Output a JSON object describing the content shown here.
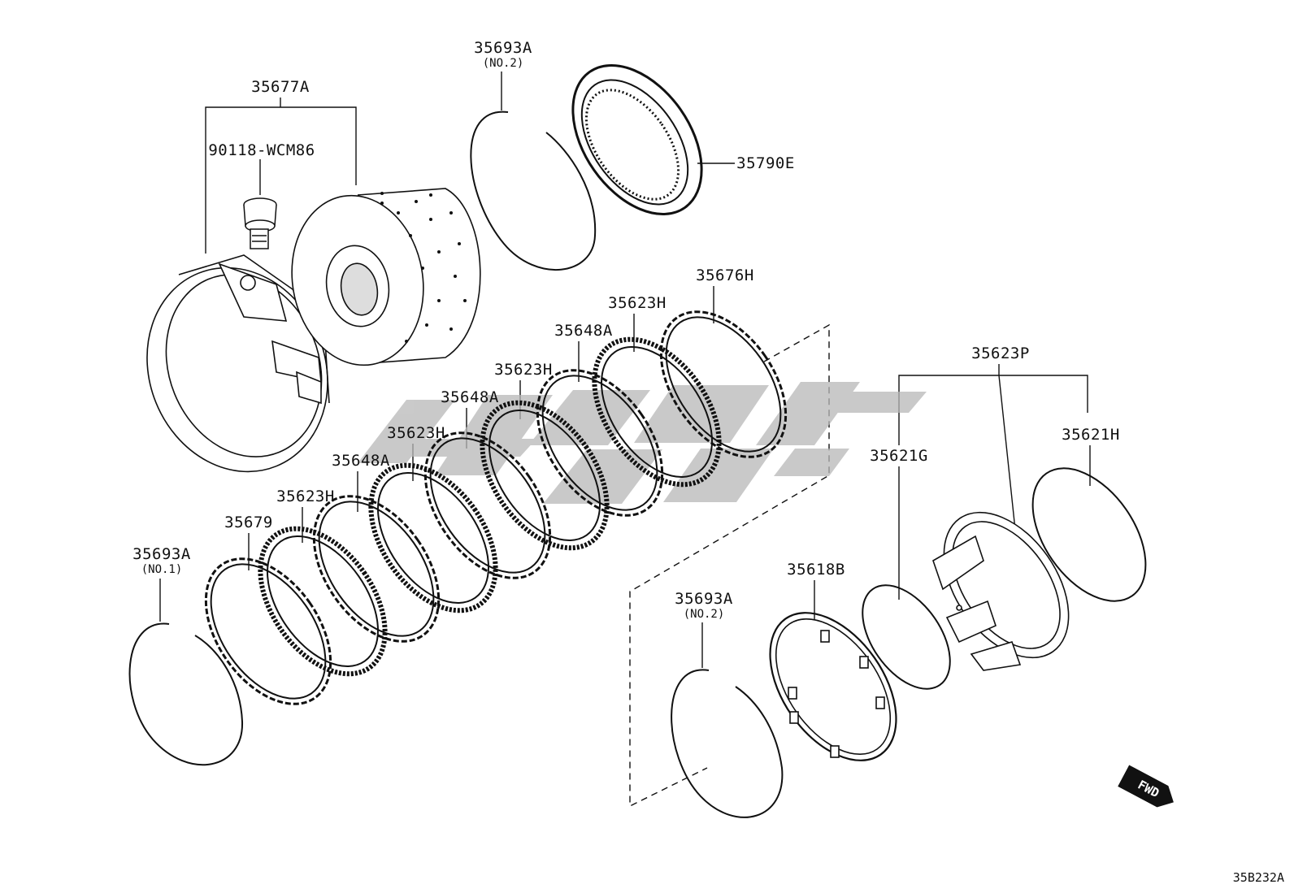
{
  "diagram": {
    "reference_code": "35B232A",
    "direction_label": "FWD",
    "callouts": [
      {
        "id": "c1",
        "part": "35677A"
      },
      {
        "id": "c2",
        "part": "90118-WCM86"
      },
      {
        "id": "c3",
        "part": "35693A",
        "note": "(NO.2)"
      },
      {
        "id": "c4",
        "part": "35790E"
      },
      {
        "id": "c5",
        "part": "35676H"
      },
      {
        "id": "c6",
        "part": "35623H"
      },
      {
        "id": "c7",
        "part": "35648A"
      },
      {
        "id": "c8",
        "part": "35623H"
      },
      {
        "id": "c9",
        "part": "35648A"
      },
      {
        "id": "c10",
        "part": "35623H"
      },
      {
        "id": "c11",
        "part": "35648A"
      },
      {
        "id": "c12",
        "part": "35623H"
      },
      {
        "id": "c13",
        "part": "35679"
      },
      {
        "id": "c14",
        "part": "35693A",
        "note": "(NO.1)"
      },
      {
        "id": "c15",
        "part": "35623P"
      },
      {
        "id": "c16",
        "part": "35621G"
      },
      {
        "id": "c17",
        "part": "35621H"
      },
      {
        "id": "c18",
        "part": "35618B"
      },
      {
        "id": "c19",
        "part": "35693A",
        "note": "(NO.2)"
      }
    ]
  }
}
